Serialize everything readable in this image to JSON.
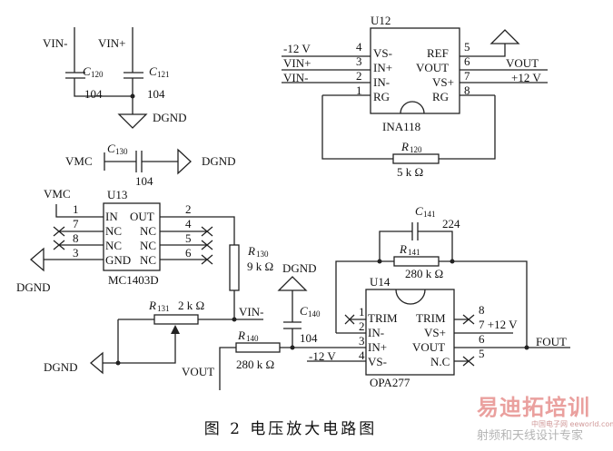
{
  "decoupling": {
    "vin_minus": "VIN-",
    "vin_plus": "VIN+",
    "c120": "C",
    "c120_sub": "120",
    "c120_val": "104",
    "c121": "C",
    "c121_sub": "121",
    "c121_val": "104",
    "gnd": "DGND"
  },
  "vmc_cap": {
    "vmc": "VMC",
    "c130": "C",
    "c130_sub": "130",
    "c130_val": "104",
    "gnd": "DGND"
  },
  "u12": {
    "ref": "U12",
    "part": "INA118",
    "left_pins": [
      {
        "net": "-12 V",
        "num": "4",
        "name": "VS-"
      },
      {
        "net": "VIN+",
        "num": "3",
        "name": "IN+"
      },
      {
        "net": "VIN-",
        "num": "2",
        "name": "IN-"
      },
      {
        "net": "",
        "num": "1",
        "name": "RG"
      }
    ],
    "right_pins": [
      {
        "net": "",
        "num": "5",
        "name": "REF"
      },
      {
        "net": "VOUT",
        "num": "6",
        "name": "VOUT"
      },
      {
        "net": "+12 V",
        "num": "7",
        "name": "VS+"
      },
      {
        "net": "",
        "num": "8",
        "name": "RG"
      }
    ],
    "r120": "R",
    "r120_sub": "120",
    "r120_val": "5 k Ω"
  },
  "u13": {
    "ref": "U13",
    "part": "MC1403D",
    "vmc": "VMC",
    "gnd": "DGND",
    "left_pins": [
      {
        "num": "1",
        "name": "IN"
      },
      {
        "num": "7",
        "name": "NC"
      },
      {
        "num": "8",
        "name": "NC"
      },
      {
        "num": "3",
        "name": "GND"
      }
    ],
    "right_pins": [
      {
        "num": "2",
        "name": "OUT"
      },
      {
        "num": "4",
        "name": "NC"
      },
      {
        "num": "5",
        "name": "NC"
      },
      {
        "num": "6",
        "name": "NC"
      }
    ],
    "r130": "R",
    "r130_sub": "130",
    "r130_val": "9 k Ω",
    "r131": "R",
    "r131_sub": "131",
    "r131_val": "2 k Ω",
    "vin_minus": "VIN-",
    "gnd2": "DGND"
  },
  "u14": {
    "ref": "U14",
    "part": "OPA277",
    "left_pins": [
      {
        "num": "1",
        "name": "TRIM"
      },
      {
        "num": "2",
        "name": "IN-"
      },
      {
        "num": "3",
        "name": "IN+"
      },
      {
        "num": "4",
        "name": "VS-"
      }
    ],
    "right_pins": [
      {
        "num": "8",
        "name": "TRIM"
      },
      {
        "num": "7 +12 V",
        "name": "VS+"
      },
      {
        "num": "6",
        "name": "VOUT"
      },
      {
        "num": "5",
        "name": "N.C"
      }
    ],
    "vout": "VOUT",
    "minus12": "-12 V",
    "fout": "FOUT",
    "r140": "R",
    "r140_sub": "140",
    "r140_val": "280 k Ω",
    "c140": "C",
    "c140_sub": "140",
    "c140_val": "104",
    "gnd": "DGND",
    "r141": "R",
    "r141_sub": "141",
    "r141_val": "280 k Ω",
    "c141": "C",
    "c141_sub": "141",
    "c141_val": "224"
  },
  "caption": "图 2   电压放大电路图",
  "watermark": {
    "line1": "易迪拓培训",
    "line2": "射频和天线设计专家",
    "site1": "中国电子网",
    "site2": "eeworld.com.cn"
  }
}
